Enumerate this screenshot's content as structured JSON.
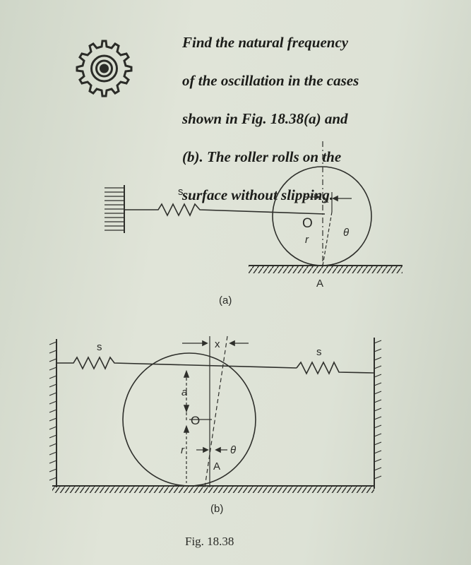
{
  "problem": {
    "text_lines": [
      "Find the natural frequency",
      "of the oscillation in the cases",
      "shown in Fig. 18.38(a) and",
      "(b). The roller rolls on the",
      "surface without slipping."
    ]
  },
  "icons": {
    "gear": "gear-icon"
  },
  "figure_a": {
    "spring_label": "s",
    "center_label": "O",
    "radius_label": "r",
    "x_label": "x",
    "theta_label": "θ",
    "contact_label": "A",
    "caption": "(a)"
  },
  "figure_b": {
    "left_spring_label": "s",
    "right_spring_label": "s",
    "a_label": "a",
    "center_label": "O",
    "radius_label": "r",
    "x_label": "x",
    "theta_label": "θ",
    "contact_label": "A",
    "caption": "(b)"
  },
  "figure_caption": "Fig. 18.38"
}
